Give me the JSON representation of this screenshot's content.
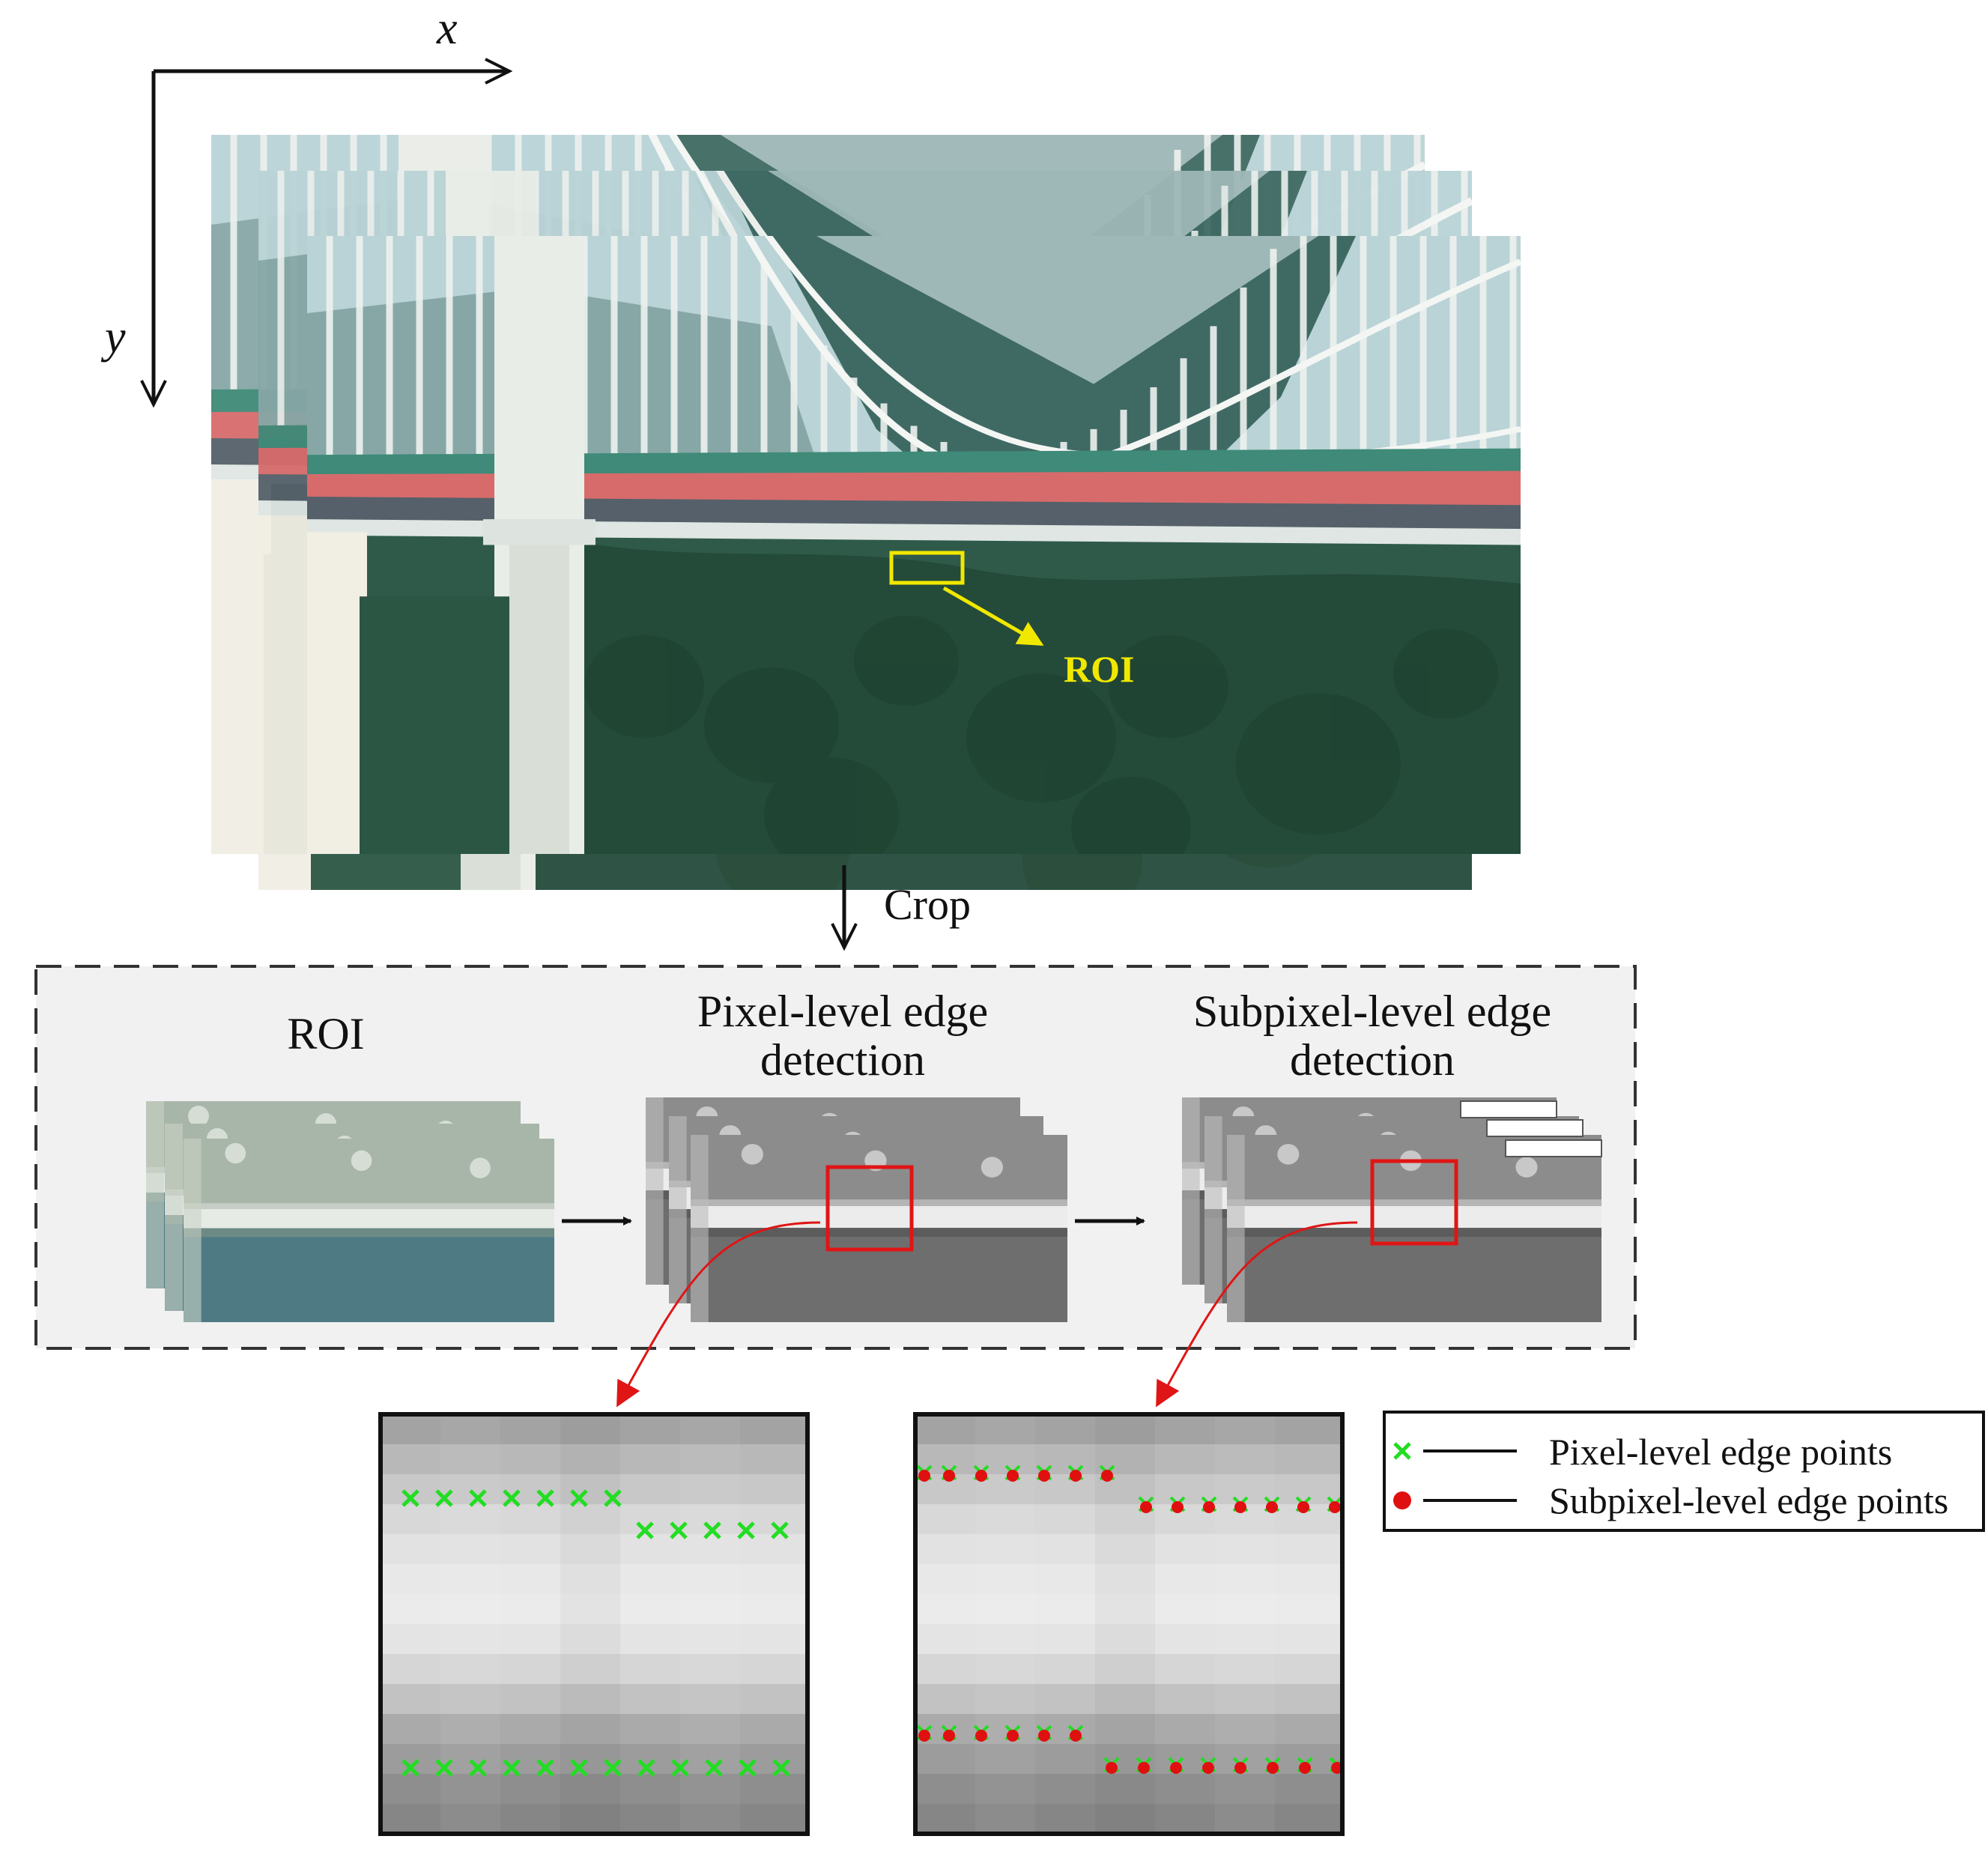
{
  "axes": {
    "x_label": "x",
    "y_label": "y"
  },
  "photo": {
    "roi_label": "ROI"
  },
  "crop_label": "Crop",
  "stages": [
    {
      "title_line1": "ROI",
      "title_line2": ""
    },
    {
      "title_line1": "Pixel-level edge",
      "title_line2": "detection"
    },
    {
      "title_line1": "Subpixel-level edge",
      "title_line2": "detection"
    }
  ],
  "legend": {
    "items": [
      {
        "label": "Pixel-level edge points",
        "marker": "cross",
        "color": "#22dd22"
      },
      {
        "label": "Subpixel-level edge points",
        "marker": "dot",
        "color": "#e01010"
      }
    ]
  },
  "colors": {
    "roi_box": "#f0e800",
    "zoom_box": "#e01515",
    "pixel_marker": "#22dd22",
    "subpixel_marker": "#e01010"
  }
}
